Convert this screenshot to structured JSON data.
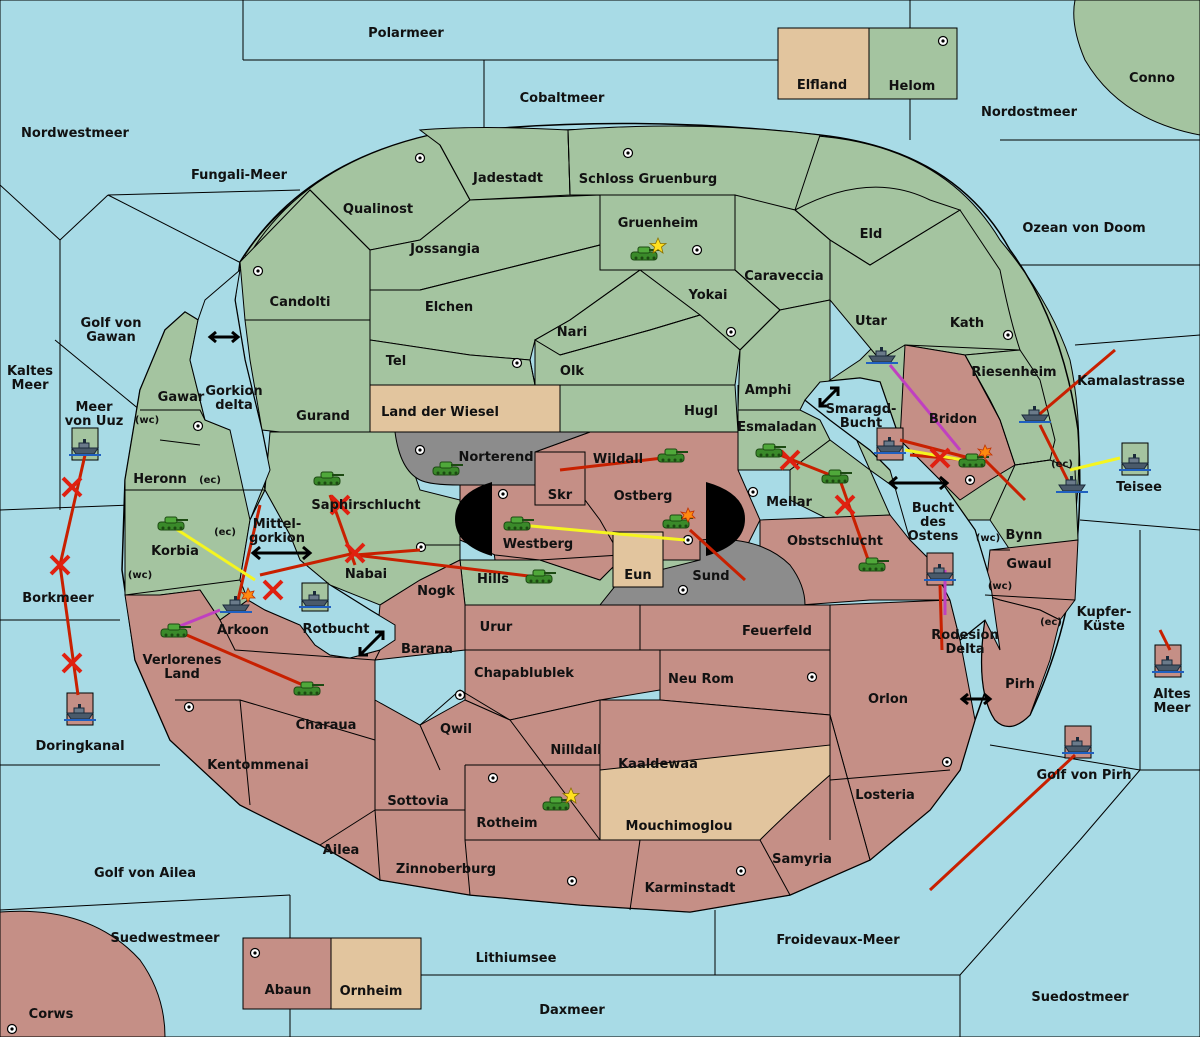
{
  "colors": {
    "sea": "#a8dbe6",
    "green_power": "#a4c4a0",
    "red_power": "#c58f86",
    "neutral": "#e2c59e",
    "impassable": "#8c8c8c",
    "move_order": "#c82000",
    "support_order": "#f5f520",
    "convoy_order": "#c040c0"
  },
  "regions": {
    "polarmeer": "Polarmeer",
    "cobaltmeer": "Cobaltmeer",
    "elfland": "Elfland",
    "helom": "Helom",
    "conno": "Conno",
    "nordostmeer": "Nordostmeer",
    "nordwestmeer": "Nordwestmeer",
    "fungali_meer": "Fungali-Meer",
    "jadestadt": "Jadestadt",
    "schloss_gruenburg": "Schloss Gruenburg",
    "qualinost": "Qualinost",
    "gruenheim": "Gruenheim",
    "eld": "Eld",
    "ozean_von_doom": "Ozean von Doom",
    "jossangia": "Jossangia",
    "caraveccia": "Caraveccia",
    "candolti": "Candolti",
    "elchen": "Elchen",
    "yokai": "Yokai",
    "golf_von_gawan": "Golf von Gawan",
    "nari": "Nari",
    "utar": "Utar",
    "kath": "Kath",
    "tel": "Tel",
    "olk": "Olk",
    "riesenheim": "Riesenheim",
    "kaltes_meer": "Kaltes Meer",
    "kamalastrasse": "Kamalastrasse",
    "amphi": "Amphi",
    "gawar": "Gawar",
    "gorkion_delta": "Gorkion delta",
    "meer_von_uuz": "Meer von Uuz",
    "land_der_wiesel": "Land der Wiesel",
    "hugl": "Hugl",
    "smaragd_bucht": "Smaragd-Bucht",
    "gurand": "Gurand",
    "bridon": "Bridon",
    "esmaladan": "Esmaladan",
    "norterend": "Norterend",
    "wildall": "Wildall",
    "heronn": "Heronn",
    "skr": "Skr",
    "teisee": "Teisee",
    "ostberg": "Ostberg",
    "mellar": "Mellar",
    "saphirschlucht": "Saphirschlucht",
    "bucht_des_ostens": "Bucht des Ostens",
    "mittelgorkion": "Mittel-gorkion",
    "korbia": "Korbia",
    "westberg": "Westberg",
    "bynn": "Bynn",
    "obstschlucht": "Obstschlucht",
    "nabai": "Nabai",
    "eun": "Eun",
    "gwaul": "Gwaul",
    "hills": "Hills",
    "sund": "Sund",
    "borkmeer": "Borkmeer",
    "nogk": "Nogk",
    "kupfer_kueste": "Kupfer-Küste",
    "rotbucht": "Rotbucht",
    "urur": "Urur",
    "feuerfeld": "Feuerfeld",
    "arkoon": "Arkoon",
    "rodesion_delta": "Rodesion Delta",
    "barana": "Barana",
    "verlorenes_land": "Verlorenes Land",
    "chapablublek": "Chapablublek",
    "neu_rom": "Neu Rom",
    "pirh": "Pirh",
    "altes_meer": "Altes Meer",
    "orlon": "Orlon",
    "doringkanal": "Doringkanal",
    "charaua": "Charaua",
    "qwil": "Qwil",
    "nilldall": "Nilldall",
    "golf_von_pirh": "Golf von Pirh",
    "kentommenai": "Kentommenai",
    "kaaldewaa": "Kaaldewaa",
    "losteria": "Losteria",
    "sottovia": "Sottovia",
    "rotheim": "Rotheim",
    "mouchimoglou": "Mouchimoglou",
    "ailea": "Ailea",
    "samyria": "Samyria",
    "golf_von_ailea": "Golf von Ailea",
    "zinnoberburg": "Zinnoberburg",
    "karminstadt": "Karminstadt",
    "suedwestmeer": "Suedwestmeer",
    "froidevaux_meer": "Froidevaux-Meer",
    "lithiumsee": "Lithiumsee",
    "abaun": "Abaun",
    "ornheim": "Ornheim",
    "suedostmeer": "Suedostmeer",
    "daxmeer": "Daxmeer",
    "corws": "Corws"
  },
  "coast_labels": {
    "wc": "(wc)",
    "ec": "(ec)"
  },
  "icons": {
    "army": "tank-icon",
    "fleet": "ship-icon",
    "supply_center": "supply-center-icon",
    "capital": "star-icon",
    "dislodged": "explosion-icon",
    "failed_order": "x-mark-icon",
    "passage": "double-arrow-icon"
  }
}
